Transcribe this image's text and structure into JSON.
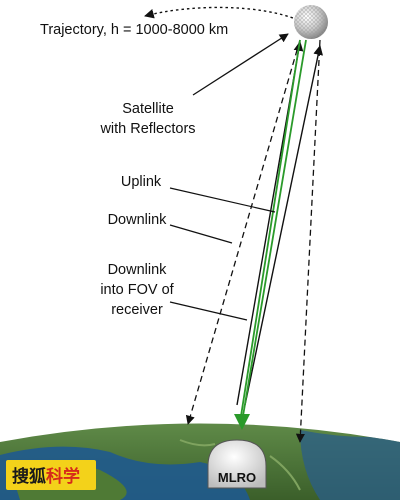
{
  "labels": {
    "trajectory": "Trajectory, h = 1000-8000 km",
    "satellite_line1": "Satellite",
    "satellite_line2": "with Reflectors",
    "uplink": "Uplink",
    "downlink": "Downlink",
    "downlink_fov_line1": "Downlink",
    "downlink_fov_line2": "into FOV of",
    "downlink_fov_line3": "receiver",
    "station": "MLRO"
  },
  "watermark": {
    "part1": "搜狐",
    "part2": "科学"
  },
  "colors": {
    "uplink_beam": "#2a9a2a",
    "watermark_bg": "#f3d21a",
    "watermark_text_1": "#1a1a1a",
    "watermark_text_2": "#d62a1a",
    "ocean": "#1f5a8e",
    "land": "#4f7a35"
  }
}
